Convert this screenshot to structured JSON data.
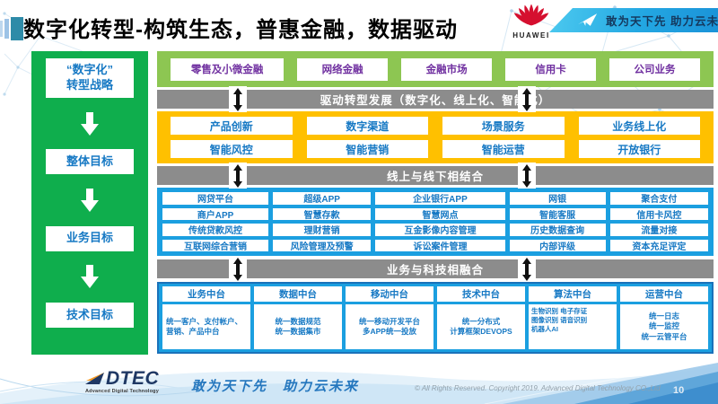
{
  "slide": {
    "page_number": "10"
  },
  "header": {
    "title": "数字化转型-构筑生态，普惠金融，数据驱动",
    "huawei_wordmark": "HUAWEI",
    "banner_tagline": "敢为天下先 助力云未来"
  },
  "sidebar": {
    "items": [
      "“数字化”\n转型战略",
      "整体目标",
      "业务目标",
      "技术目标"
    ]
  },
  "main": {
    "business_lines": [
      "零售及小微金融",
      "网络金融",
      "金融市场",
      "信用卡",
      "公司业务"
    ],
    "banner_drive": "驱动转型发展（数字化、线上化、智能化）",
    "capabilities": [
      [
        "产品创新",
        "数字渠道",
        "场景服务",
        "业务线上化"
      ],
      [
        "智能风控",
        "智能营销",
        "智能运营",
        "开放银行"
      ]
    ],
    "banner_online_offline": "线上与线下相结合",
    "platforms": [
      [
        "网贷平台",
        "超级APP",
        "企业银行APP",
        "网银",
        "聚合支付"
      ],
      [
        "商户APP",
        "智慧存款",
        "智慧网点",
        "智能客服",
        "信用卡风控"
      ],
      [
        "传统贷款风控",
        "理财营销",
        "互金影像内容管理",
        "历史数据查询",
        "流量对接"
      ],
      [
        "互联网综合营销",
        "风险管理及预警",
        "诉讼案件管理",
        "内部评级",
        "资本充足评定"
      ]
    ],
    "banner_tech": "业务与科技相融合",
    "middle_offices": [
      {
        "title": "业务中台",
        "desc": "统一客户、支付帐户、营销、产品中台"
      },
      {
        "title": "数据中台",
        "desc": "统一数据规范\n统一数据集市"
      },
      {
        "title": "移动中台",
        "desc": "统一移动开发平台\n多APP统一投放"
      },
      {
        "title": "技术中台",
        "desc": "统一分布式\n计算框架DEVOPS"
      },
      {
        "title": "算法中台",
        "desc": "生物识别 电子存证\n图像识别 语音识别\n机器人AI"
      },
      {
        "title": "运营中台",
        "desc": "统一日志\n统一监控\n统一云管平台"
      }
    ]
  },
  "footer": {
    "logo": "DTEC",
    "logo_sub": "Advanced Digital Technology",
    "tagline": "敢为天下先　助力云未来",
    "copyright": "© All Rights Reserved. Copyright 2019. Advanced Digital Technology CO.,Ltd"
  },
  "colors": {
    "sidebar_green": "#0fae4d",
    "band_green": "#8dc652",
    "yellow": "#ffc000",
    "blue": "#1b9fe0",
    "blue_border": "#1a72ba",
    "gray_banner": "#8c8c8c",
    "purple_text": "#7030a0",
    "blue_text": "#1779c4",
    "huawei_red": "#d50f2f",
    "banner_cyan": "#23a7e2",
    "dtec_navy": "#1f3864"
  }
}
